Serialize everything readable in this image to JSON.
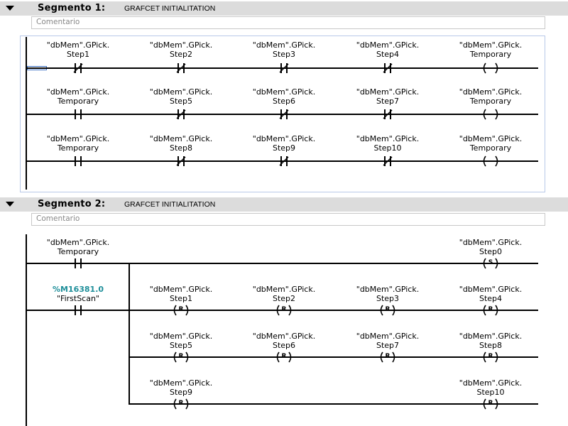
{
  "segments": [
    {
      "title": "Segmento 1:",
      "name": "GRAFCET INITIALITATION",
      "comment": "Comentario",
      "rungs": [
        {
          "contacts": [
            {
              "type": "nc",
              "line1": "\"dbMem\".GPick.",
              "line2": "Step1"
            },
            {
              "type": "nc",
              "line1": "\"dbMem\".GPick.",
              "line2": "Step2"
            },
            {
              "type": "nc",
              "line1": "\"dbMem\".GPick.",
              "line2": "Step3"
            },
            {
              "type": "nc",
              "line1": "\"dbMem\".GPick.",
              "line2": "Step4"
            }
          ],
          "coil": {
            "type": "coil",
            "line1": "\"dbMem\".GPick.",
            "line2": "Temporary"
          }
        },
        {
          "contacts": [
            {
              "type": "no",
              "line1": "\"dbMem\".GPick.",
              "line2": "Temporary"
            },
            {
              "type": "nc",
              "line1": "\"dbMem\".GPick.",
              "line2": "Step5"
            },
            {
              "type": "nc",
              "line1": "\"dbMem\".GPick.",
              "line2": "Step6"
            },
            {
              "type": "nc",
              "line1": "\"dbMem\".GPick.",
              "line2": "Step7"
            }
          ],
          "coil": {
            "type": "coil",
            "line1": "\"dbMem\".GPick.",
            "line2": "Temporary"
          }
        },
        {
          "contacts": [
            {
              "type": "no",
              "line1": "\"dbMem\".GPick.",
              "line2": "Temporary"
            },
            {
              "type": "nc",
              "line1": "\"dbMem\".GPick.",
              "line2": "Step8"
            },
            {
              "type": "nc",
              "line1": "\"dbMem\".GPick.",
              "line2": "Step9"
            },
            {
              "type": "nc",
              "line1": "\"dbMem\".GPick.",
              "line2": "Step10"
            }
          ],
          "coil": {
            "type": "coil",
            "line1": "\"dbMem\".GPick.",
            "line2": "Temporary"
          }
        }
      ]
    },
    {
      "title": "Segmento 2:",
      "name": "GRAFCET INITIALITATION",
      "comment": "Comentario",
      "temp_contact": {
        "line1": "\"dbMem\".GPick.",
        "line2": "Temporary"
      },
      "set_coil": {
        "line1": "\"dbMem\".GPick.",
        "line2": "Step0",
        "letter": "S"
      },
      "firstscan": {
        "line1": "%M16381.0",
        "line2": "\"FirstScan\""
      },
      "reset_rows": [
        [
          {
            "line1": "\"dbMem\".GPick.",
            "line2": "Step1",
            "letter": "R"
          },
          {
            "line1": "\"dbMem\".GPick.",
            "line2": "Step2",
            "letter": "R"
          },
          {
            "line1": "\"dbMem\".GPick.",
            "line2": "Step3",
            "letter": "R"
          },
          {
            "line1": "\"dbMem\".GPick.",
            "line2": "Step4",
            "letter": "R"
          }
        ],
        [
          {
            "line1": "\"dbMem\".GPick.",
            "line2": "Step5",
            "letter": "R"
          },
          {
            "line1": "\"dbMem\".GPick.",
            "line2": "Step6",
            "letter": "R"
          },
          {
            "line1": "\"dbMem\".GPick.",
            "line2": "Step7",
            "letter": "R"
          },
          {
            "line1": "\"dbMem\".GPick.",
            "line2": "Step8",
            "letter": "R"
          }
        ],
        [
          {
            "line1": "\"dbMem\".GPick.",
            "line2": "Step9",
            "letter": "R"
          },
          {
            "line1": "\"dbMem\".GPick.",
            "line2": "Step10",
            "letter": "R"
          }
        ]
      ]
    }
  ],
  "colors": {
    "header_bg": "#dcdcdc",
    "address_green": "#1f8f9a",
    "net_border": "#b8c8e8"
  }
}
